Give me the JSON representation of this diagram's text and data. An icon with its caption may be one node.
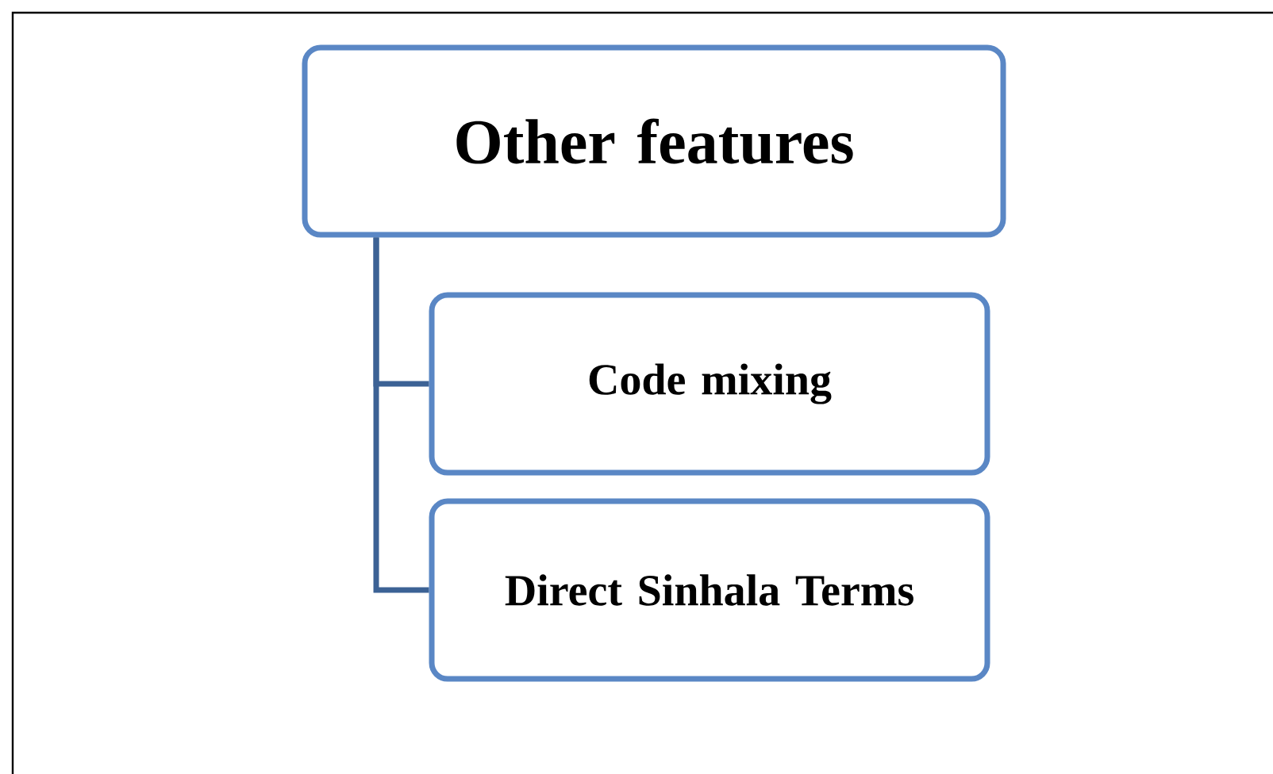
{
  "diagram": {
    "nodes": [
      {
        "text": [
          "Other features"
        ]
      },
      {
        "text": [
          "Code mixing"
        ]
      },
      {
        "text": [
          "Direct Sinhala Terms"
        ]
      }
    ],
    "edges": [
      {
        "from": 0,
        "to": 1,
        "arrow": "none"
      },
      {
        "from": 0,
        "to": 2,
        "arrow": "none"
      }
    ]
  }
}
